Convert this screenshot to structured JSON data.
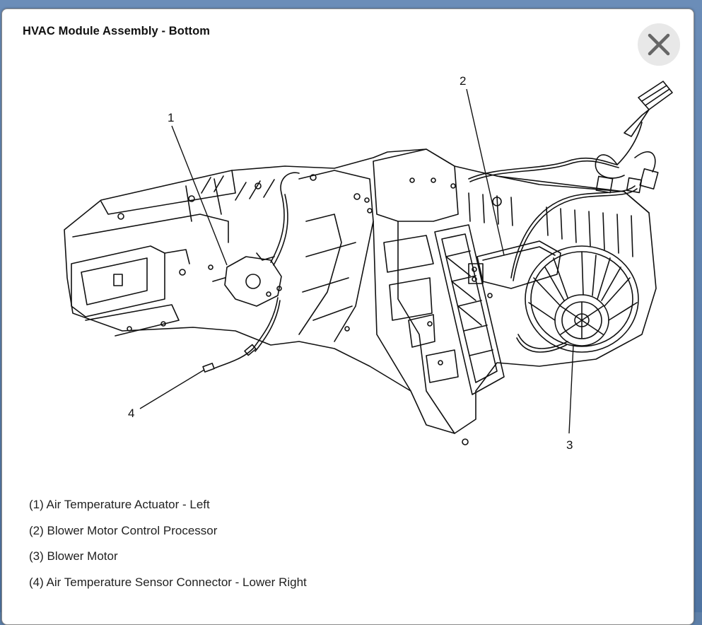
{
  "dialog": {
    "title": "HVAC Module Assembly - Bottom",
    "close_icon": "close-x-icon"
  },
  "figure": {
    "callouts": [
      "1",
      "2",
      "3",
      "4"
    ]
  },
  "legend": [
    "(1) Air Temperature Actuator - Left",
    "(2) Blower Motor Control Processor",
    "(3) Blower Motor",
    "(4) Air Temperature Sensor Connector - Lower Right"
  ],
  "colors": {
    "backdrop": "#5d7fa8",
    "dialog_bg": "#ffffff",
    "line_art": "#111111",
    "close_button_bg": "#e8e8e8"
  }
}
